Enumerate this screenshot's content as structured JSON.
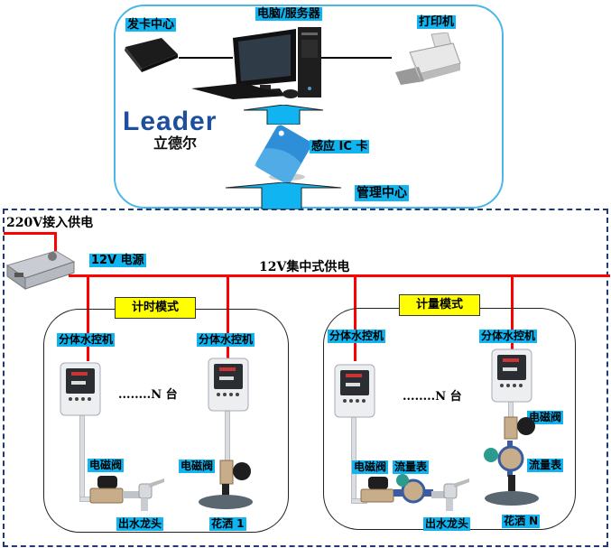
{
  "management": {
    "card_issuer": "发卡中心",
    "server": "电脑/服务器",
    "printer": "打印机",
    "ic_card": "感应 IC 卡",
    "center": "管理中心",
    "logo_en": "Leader",
    "logo_cn": "立德尔"
  },
  "power": {
    "input": "220V接入供电",
    "psu": "12V 电源",
    "bus": "12V集中式供电"
  },
  "groups": [
    {
      "mode": "计时模式",
      "controller_label": "分体水控机",
      "count_text": "........N 台",
      "units": [
        {
          "controller": "分体水控机",
          "valve": "电磁阀",
          "outlet": "出水龙头"
        },
        {
          "controller": "分体水控机",
          "valve": "电磁阀",
          "outlet": "花洒 1"
        }
      ]
    },
    {
      "mode": "计量模式",
      "controller_label": "分体水控机",
      "count_text": "........N 台",
      "units": [
        {
          "controller": "分体水控机",
          "valve": "电磁阀",
          "meter": "流量表",
          "outlet": "出水龙头"
        },
        {
          "controller": "分体水控机",
          "valve": "电磁阀",
          "meter": "流量表",
          "outlet": "花洒 N"
        }
      ]
    }
  ],
  "colors": {
    "label_bg": "#0fb4f0",
    "mode_bg": "#ffff00",
    "power_line": "#ff0000",
    "mgmt_border": "#4bb6e8",
    "dashed_border": "#1f3a78",
    "logo_blue": "#1d4f9c"
  }
}
